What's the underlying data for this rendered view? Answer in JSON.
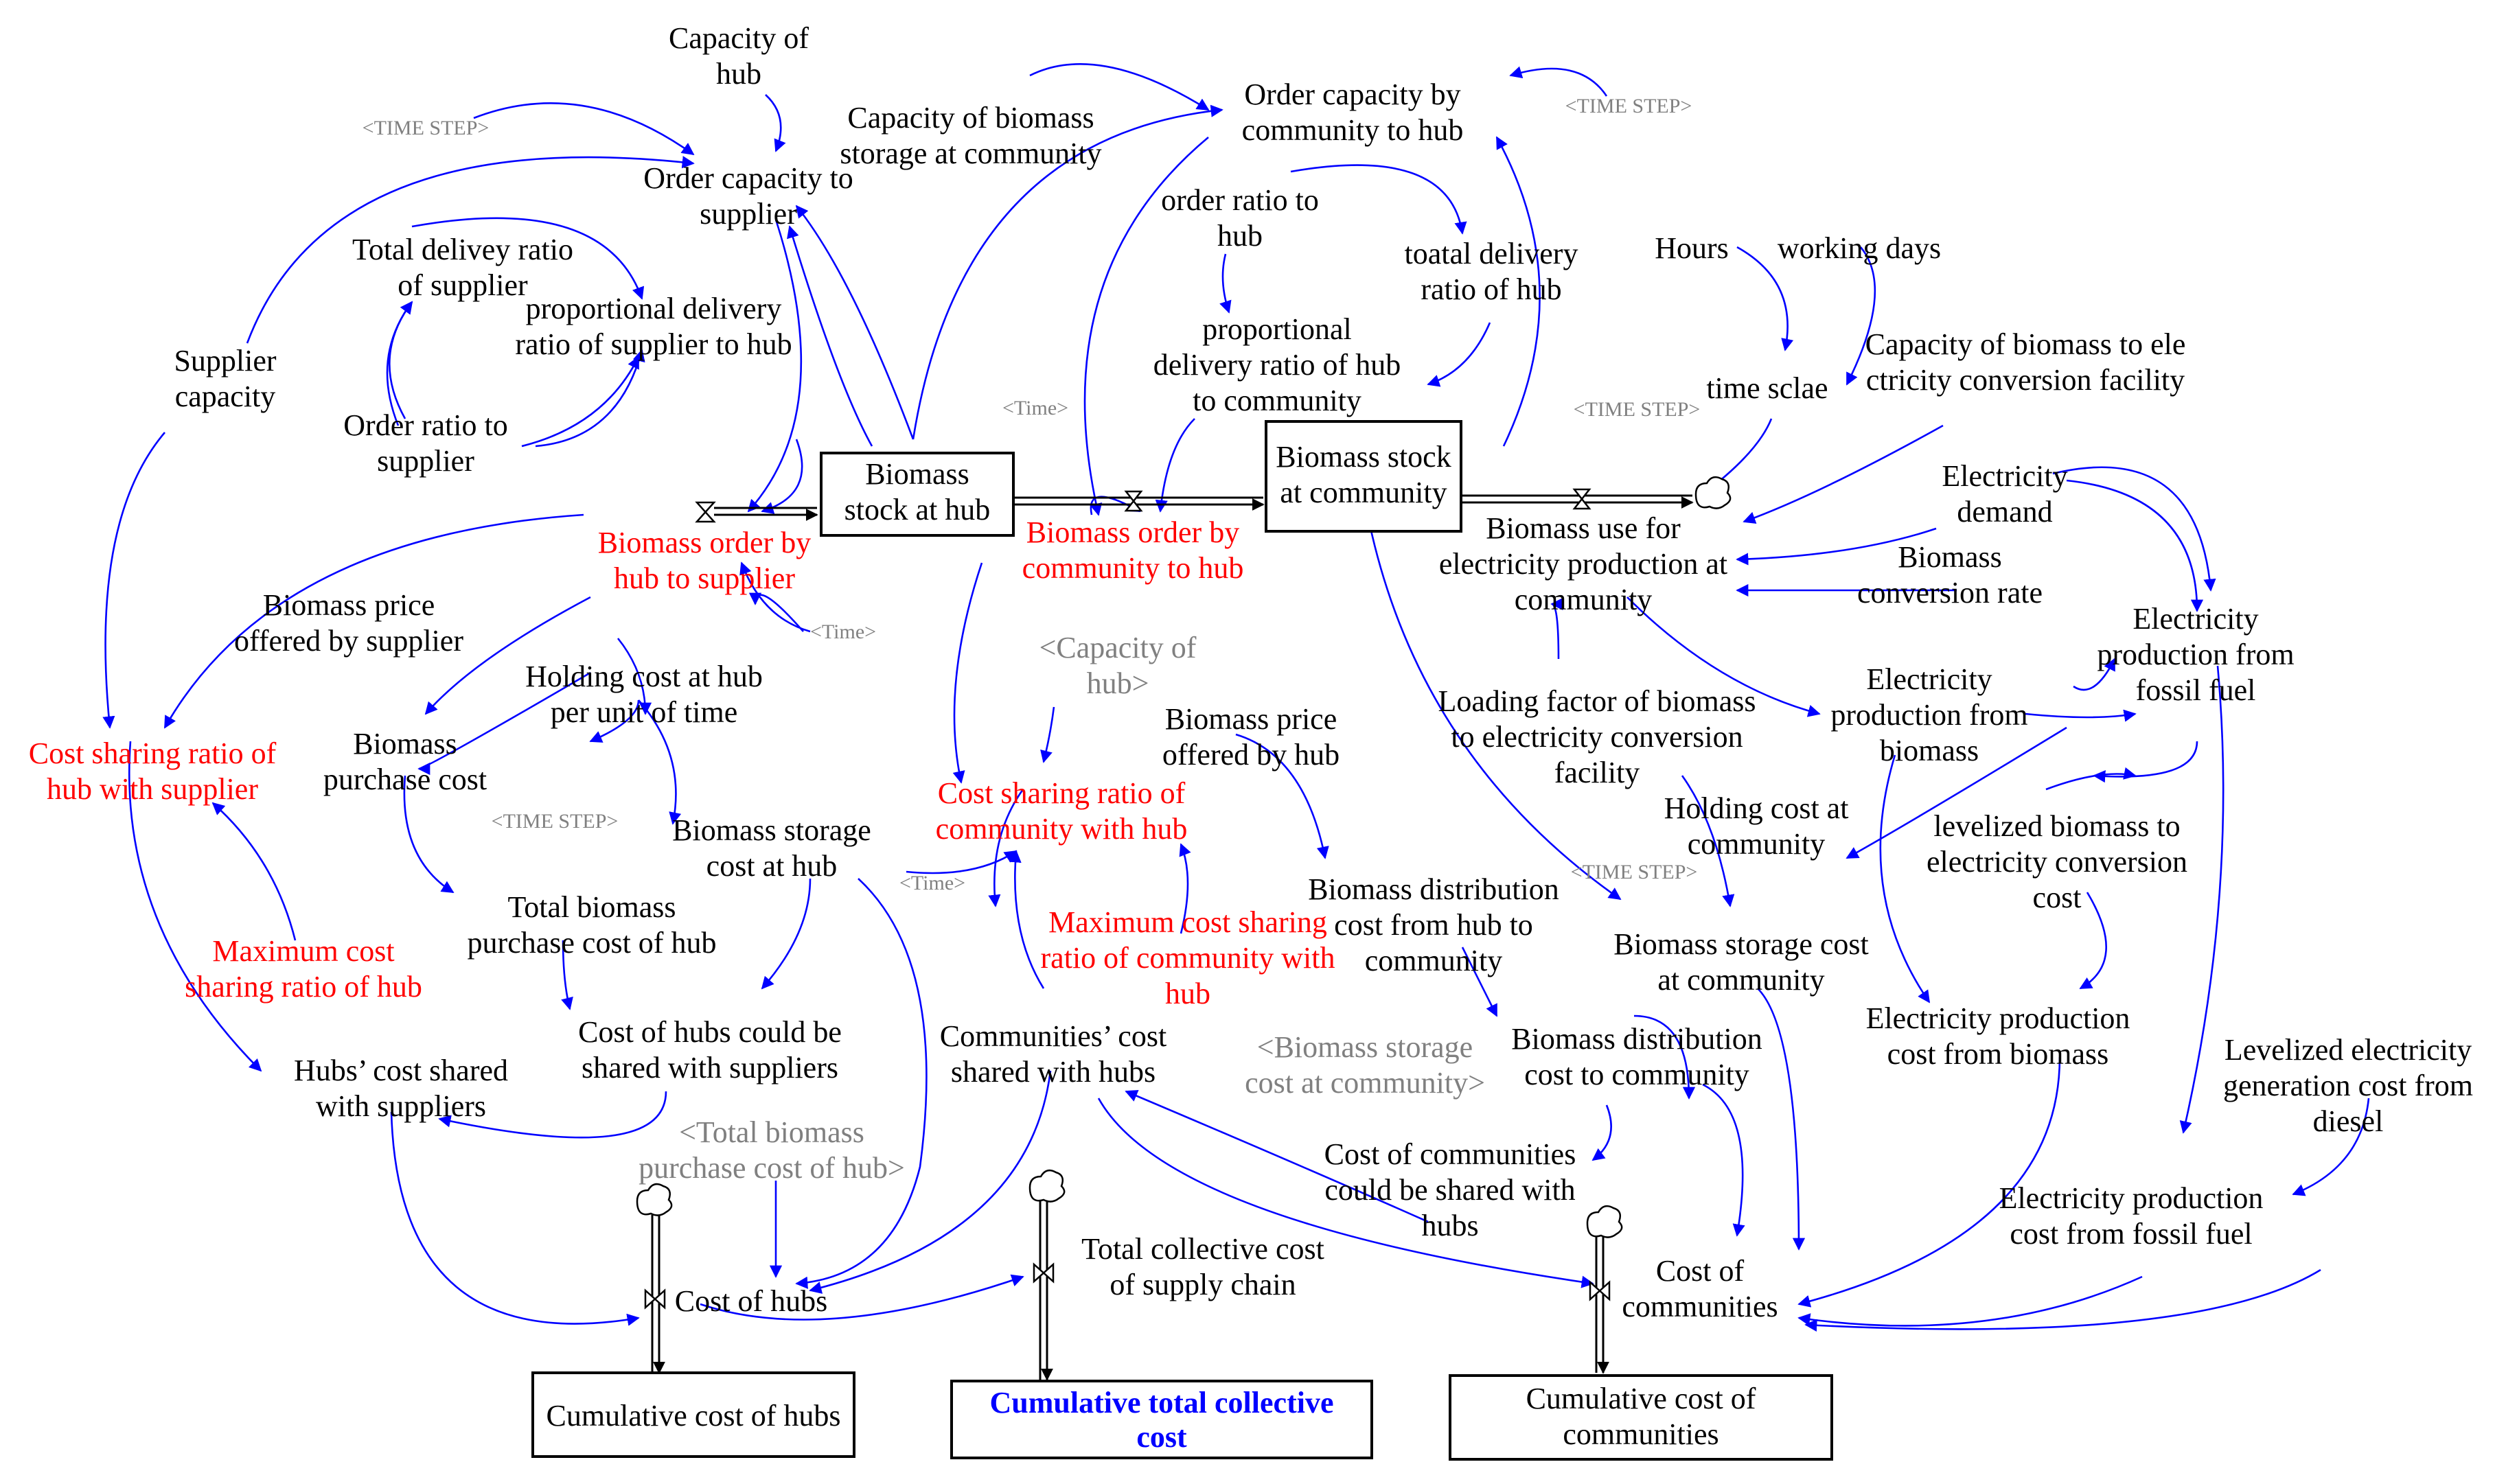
{
  "colors": {
    "auxiliary_text": "#000000",
    "key_variable_text": "#ff0000",
    "shadow_variable_text": "#808080",
    "causal_link": "#0000ff",
    "highlight_stock_text": "#0000ff",
    "flow_pipe": "#000000"
  },
  "stocks": {
    "biomass_stock_hub": [
      "Biomass",
      "stock at hub"
    ],
    "biomass_stock_community": [
      "Biomass stock",
      "at community"
    ],
    "cumulative_cost_hubs": [
      "Cumulative cost of hubs"
    ],
    "cumulative_total_collective_cost": [
      "Cumulative total collective",
      "cost"
    ],
    "cumulative_cost_communities": [
      "Cumulative cost of",
      "communities"
    ]
  },
  "flows": {
    "biomass_order_hub_supplier": [
      "Biomass order by",
      "hub to supplier"
    ],
    "biomass_order_community_hub": [
      "Biomass order by",
      "community to hub"
    ],
    "biomass_use_electricity": [
      "Biomass use for",
      "electricity production at",
      "community"
    ],
    "cost_of_hubs": [
      "Cost of hubs"
    ],
    "total_collective_cost": [
      "Total collective cost",
      "of supply chain"
    ],
    "cost_of_communities": [
      "Cost of",
      "communities"
    ]
  },
  "variables": {
    "capacity_of_hub": [
      "Capacity of",
      "hub"
    ],
    "order_capacity_to_supplier": [
      "Order capacity to",
      "supplier"
    ],
    "capacity_biomass_storage_community": [
      "Capacity of biomass",
      "storage at community"
    ],
    "order_capacity_community_hub": [
      "Order capacity by",
      "community to hub"
    ],
    "total_delivery_ratio_supplier": [
      "Total delivey ratio",
      "of supplier"
    ],
    "proportional_delivery_ratio_supplier": [
      "proportional delivery",
      "ratio of supplier to hub"
    ],
    "supplier_capacity": [
      "Supplier",
      "capacity"
    ],
    "order_ratio_to_supplier": [
      "Order ratio to",
      "supplier"
    ],
    "order_ratio_to_hub": [
      "order ratio to",
      "hub"
    ],
    "total_delivery_ratio_hub": [
      "toatal delivery",
      "ratio of hub"
    ],
    "proportional_delivery_ratio_hub": [
      "proportional",
      "delivery ratio of hub",
      "to community"
    ],
    "hours": [
      "Hours"
    ],
    "working_days": [
      "working days"
    ],
    "time_scale": [
      "time sclae"
    ],
    "capacity_conversion_facility": [
      "Capacity of biomass to ele",
      "ctricity conversion facility"
    ],
    "electricity_demand": [
      "Electricity",
      "demand"
    ],
    "biomass_conversion_rate": [
      "Biomass",
      "conversion rate"
    ],
    "electricity_from_fossil": [
      "Electricity",
      "production from",
      "fossil fuel"
    ],
    "electricity_from_biomass": [
      "Electricity",
      "production from",
      "biomass"
    ],
    "loading_factor": [
      "Loading factor of biomass",
      "to electricity conversion",
      "facility"
    ],
    "holding_cost_community": [
      "Holding cost at",
      "community"
    ],
    "levelized_biomass_cost": [
      "levelized biomass to",
      "electricity conversion",
      "cost"
    ],
    "biomass_storage_cost_community": [
      "Biomass storage cost",
      "at community"
    ],
    "electricity_cost_biomass": [
      "Electricity production",
      "cost from biomass"
    ],
    "levelized_diesel_cost": [
      "Levelized electricity",
      "generation cost from",
      "diesel"
    ],
    "electricity_cost_fossil": [
      "Electricity production",
      "cost from fossil fuel"
    ],
    "biomass_price_supplier": [
      "Biomass price",
      "offered by supplier"
    ],
    "holding_cost_hub": [
      "Holding cost at hub",
      "per unit of time"
    ],
    "biomass_purchase_cost": [
      "Biomass",
      "purchase cost"
    ],
    "biomass_storage_cost_hub": [
      "Biomass storage",
      "cost at hub"
    ],
    "total_biomass_purchase_cost": [
      "Total biomass",
      "purchase cost of hub"
    ],
    "cost_hubs_shared": [
      "Cost of hubs could be",
      "shared with suppliers"
    ],
    "hubs_cost_shared": [
      "Hubs’ cost shared",
      "with suppliers"
    ],
    "biomass_price_hub": [
      "Biomass price",
      "offered by hub"
    ],
    "biomass_distribution_cost_hub": [
      "Biomass distribution",
      "cost from hub to",
      "community"
    ],
    "biomass_distribution_cost_community": [
      "Biomass distribution",
      "cost to community"
    ],
    "communities_cost_shared": [
      "Communities’ cost",
      "shared with hubs"
    ],
    "cost_communities_shared": [
      "Cost of communities",
      "could be shared with",
      "hubs"
    ]
  },
  "key_variables": {
    "cost_sharing_hub_supplier": [
      "Cost sharing ratio of",
      "hub with supplier"
    ],
    "max_cost_sharing_hub": [
      "Maximum cost",
      "sharing ratio of hub"
    ],
    "cost_sharing_community_hub": [
      "Cost sharing ratio of",
      "community with hub"
    ],
    "max_cost_sharing_community": [
      "Maximum cost sharing",
      "ratio of community with",
      "hub"
    ]
  },
  "shadow_variables": {
    "capacity_of_hub_shadow": [
      "<Capacity of",
      "hub>"
    ],
    "biomass_storage_cost_shadow": [
      "<Biomass storage",
      "cost at community>"
    ],
    "total_biomass_purchase_shadow": [
      "<Total biomass",
      "purchase cost of hub>"
    ]
  },
  "small_shadows": {
    "time_step_1": "<TIME STEP>",
    "time_step_2": "<TIME STEP>",
    "time_step_3": "<TIME STEP>",
    "time_step_4": "<TIME STEP>",
    "time_step_5": "<TIME STEP>",
    "time_1": "<Time>",
    "time_2": "<Time>",
    "time_3": "<Time>"
  }
}
